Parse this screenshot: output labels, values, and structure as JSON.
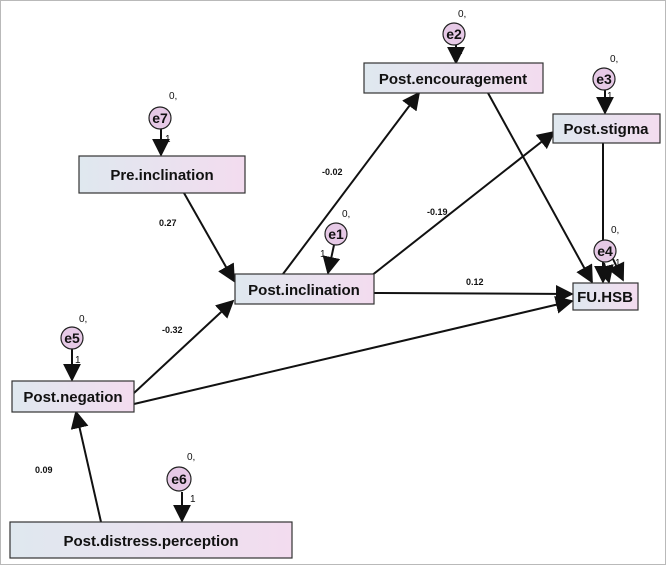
{
  "variables": [
    {
      "id": "pre_inclination",
      "label": "Pre.inclination"
    },
    {
      "id": "post_inclination",
      "label": "Post.inclination"
    },
    {
      "id": "post_encouragement",
      "label": "Post.encouragement"
    },
    {
      "id": "post_stigma",
      "label": "Post.stigma"
    },
    {
      "id": "fu_hsb",
      "label": "FU.HSB"
    },
    {
      "id": "post_negation",
      "label": "Post.negation"
    },
    {
      "id": "post_distress_perception",
      "label": "Post.distress.perception"
    }
  ],
  "error_terms": [
    {
      "id": "e1",
      "label": "e1",
      "variance": "0,",
      "weight": "1"
    },
    {
      "id": "e2",
      "label": "e2",
      "variance": "0,",
      "weight": "1"
    },
    {
      "id": "e3",
      "label": "e3",
      "variance": "0,",
      "weight": "1"
    },
    {
      "id": "e4",
      "label": "e4",
      "variance": "0,",
      "weight": "1"
    },
    {
      "id": "e5",
      "label": "e5",
      "variance": "0,",
      "weight": "1"
    },
    {
      "id": "e6",
      "label": "e6",
      "variance": "0,",
      "weight": "1"
    },
    {
      "id": "e7",
      "label": "e7",
      "variance": "0,",
      "weight": "1"
    }
  ],
  "paths": [
    {
      "from": "Pre.inclination",
      "to": "Post.inclination",
      "coefficient": "0.27"
    },
    {
      "from": "Post.inclination",
      "to": "Post.encouragement",
      "coefficient": "-0.02"
    },
    {
      "from": "Post.inclination",
      "to": "Post.stigma",
      "coefficient": "-0.19"
    },
    {
      "from": "Post.inclination",
      "to": "FU.HSB",
      "coefficient": "0.12"
    },
    {
      "from": "Post.negation",
      "to": "Post.inclination",
      "coefficient": "-0.32"
    },
    {
      "from": "Post.distress.perception",
      "to": "Post.negation",
      "coefficient": "0.09"
    },
    {
      "from": "Post.encouragement",
      "to": "FU.HSB",
      "coefficient": ""
    },
    {
      "from": "Post.stigma",
      "to": "FU.HSB",
      "coefficient": ""
    },
    {
      "from": "Post.negation",
      "to": "FU.HSB",
      "coefficient": ""
    }
  ],
  "colors": {
    "box_left": "#dfe8ef",
    "box_right": "#f3dcef",
    "box_stroke": "#333333",
    "line": "#111111",
    "error_fill": "#e6c9e6"
  }
}
